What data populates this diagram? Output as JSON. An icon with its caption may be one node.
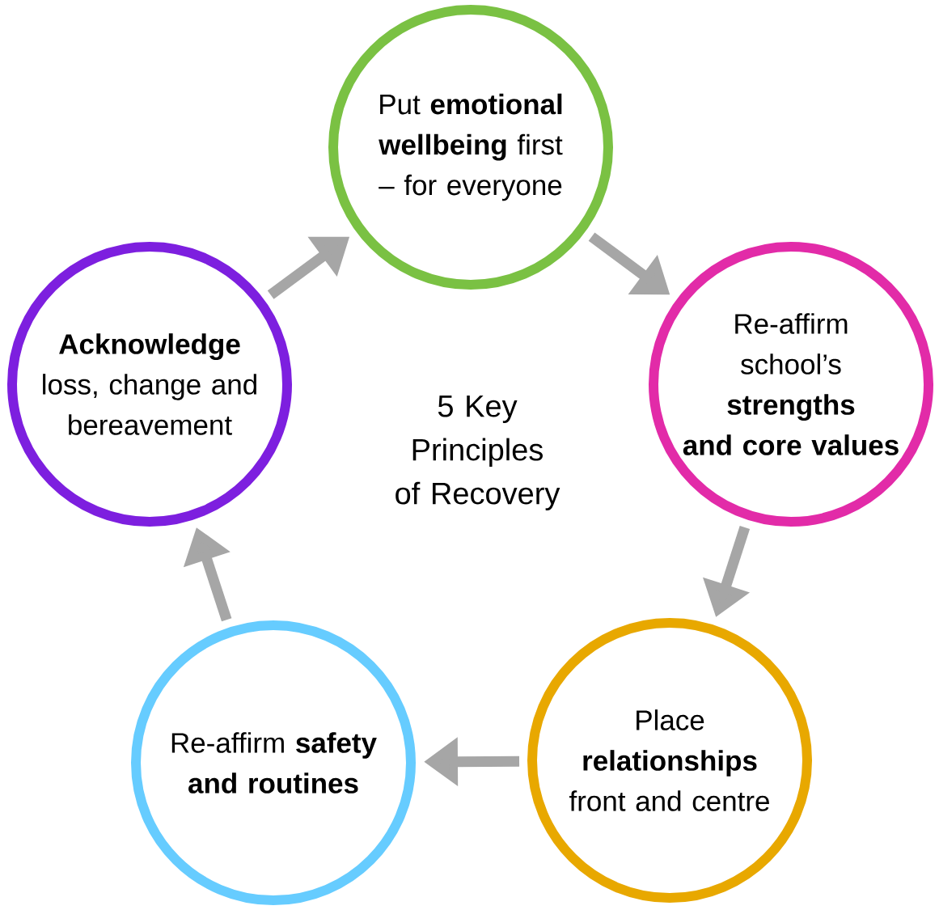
{
  "diagram": {
    "title": "5 Key Principles of Recovery",
    "nodes": [
      {
        "text": [
          "Put **emotional wellbeing** first – for everyone"
        ]
      },
      {
        "text": [
          "Re-affirm school’s **strengths and core values**"
        ]
      },
      {
        "text": [
          "Place **relationships** front and centre"
        ]
      },
      {
        "text": [
          "Re-affirm **safety and routines**"
        ]
      },
      {
        "text": [
          "**Acknowledge** loss, change and bereavement"
        ]
      }
    ],
    "edges": [
      {
        "from": 0,
        "to": 1,
        "arrow": "to"
      },
      {
        "from": 1,
        "to": 2,
        "arrow": "to"
      },
      {
        "from": 2,
        "to": 3,
        "arrow": "to"
      },
      {
        "from": 3,
        "to": 4,
        "arrow": "to"
      },
      {
        "from": 4,
        "to": 0,
        "arrow": "to"
      }
    ]
  }
}
